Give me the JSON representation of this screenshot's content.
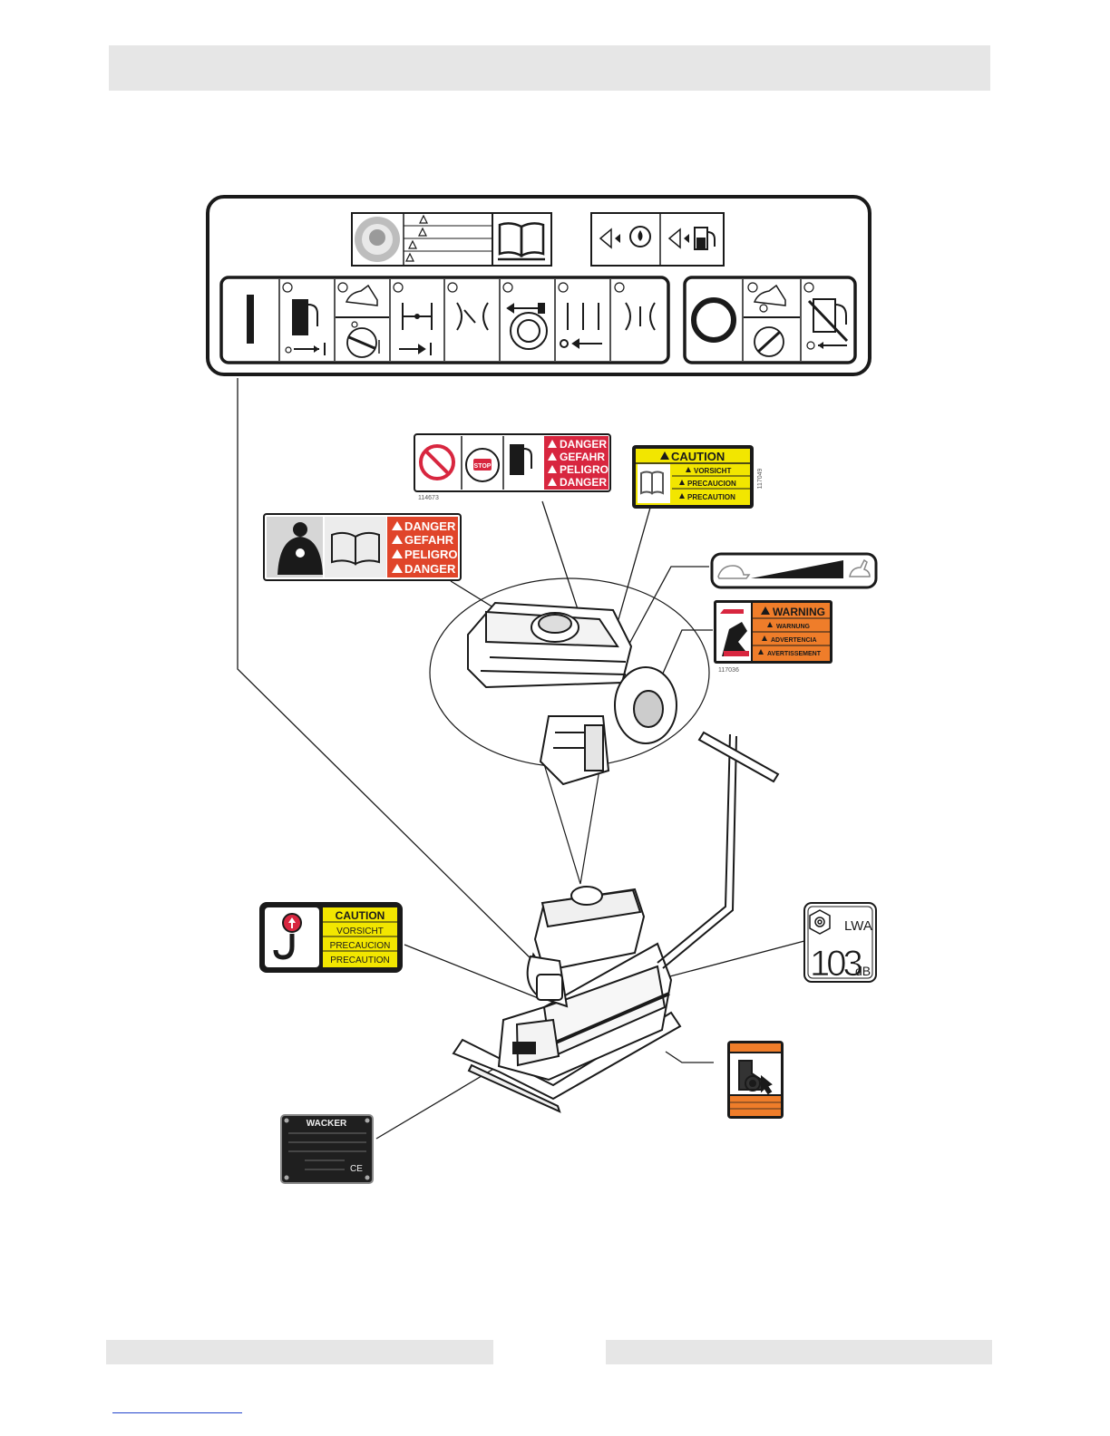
{
  "colors": {
    "danger_red": "#d8263f",
    "danger_orange": "#e0452a",
    "caution_yellow": "#f2e600",
    "warning_orange": "#ef7d2a",
    "frame": "#1a1a1a",
    "header_bar": "#e6e6e6"
  },
  "decal_fuel": {
    "number": "114673",
    "lines": [
      "DANGER",
      "GEFAHR",
      "PELIGRO",
      "DANGER"
    ],
    "stop": "STOP"
  },
  "decal_caution_manual": {
    "number": "117049",
    "lines": [
      "CAUTION",
      "VORSICHT",
      "PRECAUCION",
      "PRECAUTION"
    ]
  },
  "decal_danger_exhaust": {
    "lines": [
      "DANGER",
      "GEFAHR",
      "PELIGRO",
      "DANGER"
    ]
  },
  "decal_warning_hand": {
    "number": "117036",
    "lines": [
      "WARNING",
      "WARNUNG",
      "ADVERTENCIA",
      "AVERTISSEMENT"
    ]
  },
  "decal_lifting": {
    "lines": [
      "CAUTION",
      "VORSICHT",
      "PRECAUCION",
      "PRECAUTION"
    ]
  },
  "decal_sound": {
    "symbol": "LWA",
    "value": "103",
    "unit": "dB"
  },
  "nameplate": {
    "brand": "WACKER",
    "mark": "CE"
  }
}
